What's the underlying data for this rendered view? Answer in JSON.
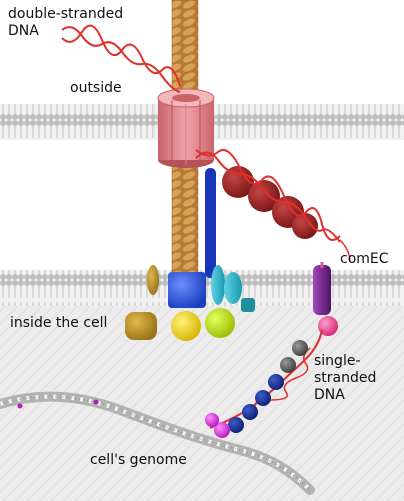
{
  "labels": {
    "double_stranded_dna": "double-stranded\nDNA",
    "outside": "outside",
    "inside_the_cell": "inside the cell",
    "comec": "comEC",
    "single_stranded_dna": "single-\nstranded\nDNA",
    "cells_genome": "cell's genome"
  },
  "colors": {
    "dna_red": "#e0302c",
    "pilus_tan": "#c28a42",
    "pore_pink": "#e38a90",
    "bead_maroon": "#8f1d1d",
    "comec_purple": "#7a2a8e",
    "genome_grey": "#a9a9a9",
    "membrane_grey": "#c8c8c8",
    "cytoplasm": "#ececec"
  }
}
